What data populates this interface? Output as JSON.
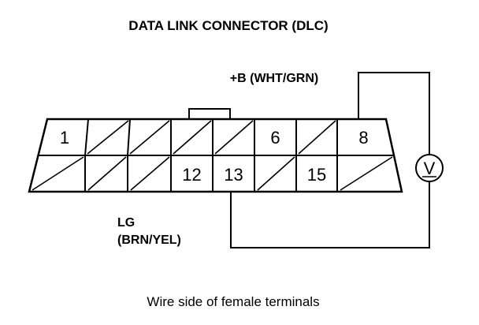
{
  "diagram": {
    "title": "DATA LINK CONNECTOR (DLC)",
    "plus_b_label": "+B (WHT/GRN)",
    "ground_label_line1": "LG",
    "ground_label_line2": "(BRN/YEL)",
    "caption": "Wire side of female terminals",
    "meter_symbol": "V",
    "pins": {
      "top_row": [
        "1",
        "",
        "",
        "",
        "",
        "6",
        "",
        "8"
      ],
      "bottom_row": [
        "",
        "",
        "",
        "12",
        "13",
        "",
        "15",
        ""
      ]
    },
    "slashed_cells": {
      "top_row": [
        false,
        true,
        true,
        true,
        true,
        false,
        true,
        false
      ],
      "bottom_row": [
        true,
        true,
        true,
        false,
        false,
        true,
        false,
        true
      ]
    }
  }
}
